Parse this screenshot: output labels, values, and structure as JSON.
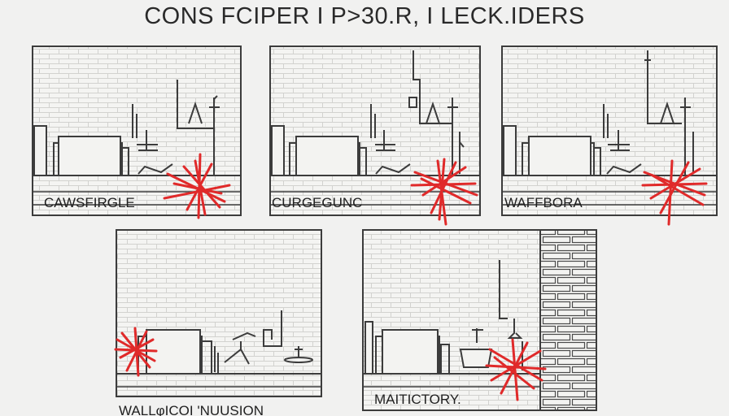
{
  "title": "CONS FCIPER I P>30.R, I LECK.IDERS",
  "panels": [
    {
      "caption": "CAWSFIRGLE",
      "marker": "red-burst"
    },
    {
      "caption": "CURGEGUNC",
      "marker": "red-burst"
    },
    {
      "caption": "WAFFBORA",
      "marker": "red-burst"
    },
    {
      "caption": "WALLφICOI 'NUUSION",
      "marker": "red-burst"
    },
    {
      "caption": "MAITICTORY.",
      "marker": "red-burst"
    }
  ],
  "colors": {
    "background": "#f1f1f0",
    "line": "#3c3c3c",
    "burst": "#e02a2a"
  }
}
